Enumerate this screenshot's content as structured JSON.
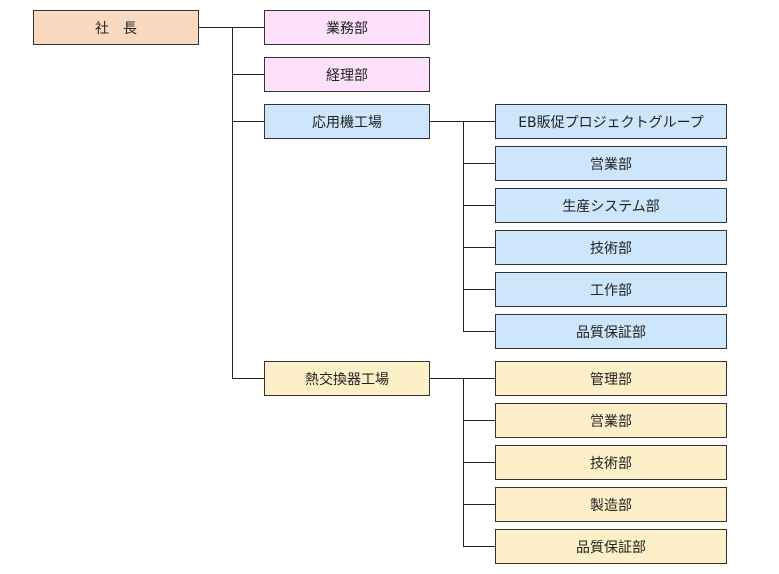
{
  "colors": {
    "ceo": "#fad9c1",
    "head_office": "#fde0fb",
    "applied_factory": "#cde6fb",
    "heat_exchanger_factory": "#fdefc7",
    "line": "#222222"
  },
  "org": {
    "president": "社　長",
    "head_office_departments": [
      "業務部",
      "経理部"
    ],
    "applied_factory": {
      "name": "応用機工場",
      "departments": [
        "EB販促プロジェクトグループ",
        "営業部",
        "生産システム部",
        "技術部",
        "工作部",
        "品質保証部"
      ]
    },
    "heat_exchanger_factory": {
      "name": "熱交換器工場",
      "departments": [
        "管理部",
        "営業部",
        "技術部",
        "製造部",
        "品質保証部"
      ]
    }
  }
}
